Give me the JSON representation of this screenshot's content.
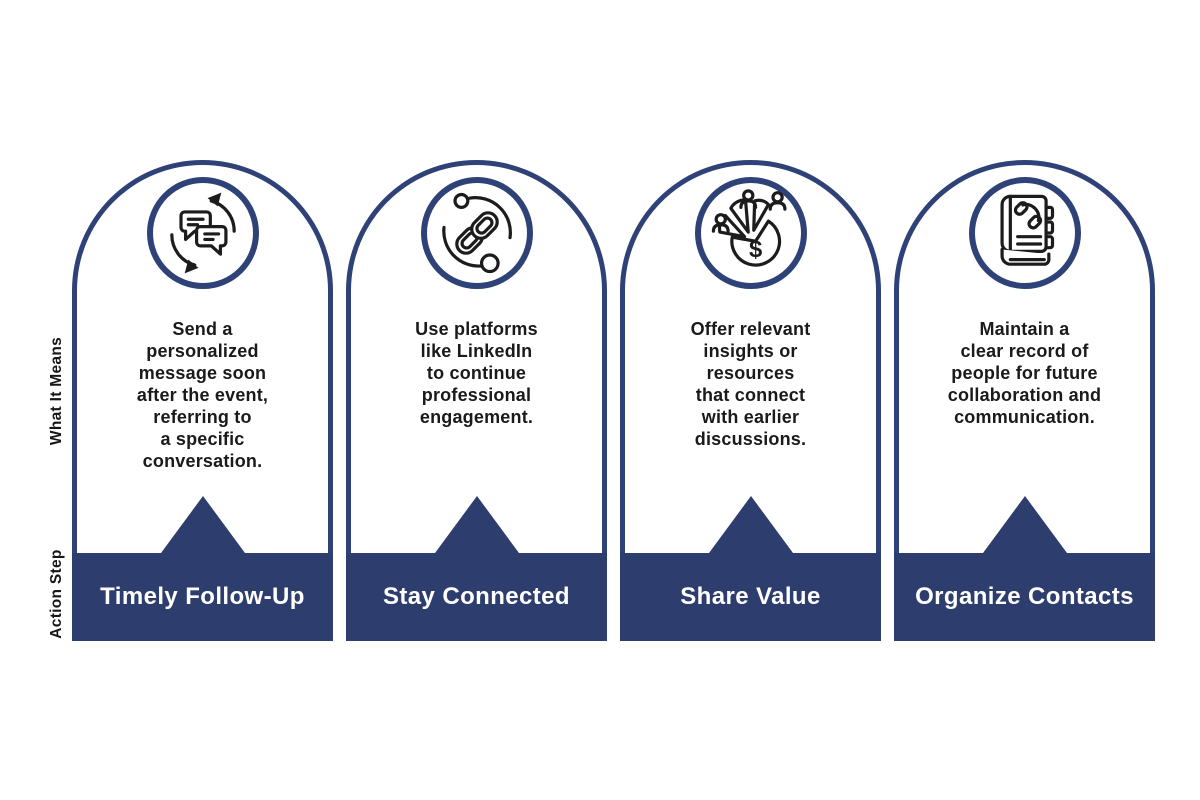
{
  "colors": {
    "background": "#ffffff",
    "outline_navy": "#2f4278",
    "banner_navy": "#2d3d6e",
    "body_text": "#1a1a1a",
    "banner_text": "#ffffff",
    "icon_line": "#1c1c1c"
  },
  "side_labels": {
    "what_it_means": "What It Means",
    "action_step": "Action Step"
  },
  "columns": [
    {
      "icon": "chat-refresh-icon",
      "what_it_means": "Send a\npersonalized\nmessage soon\nafter the event,\nreferring to\na specific\nconversation.",
      "action_step": "Timely Follow-Up"
    },
    {
      "icon": "chain-link-icon",
      "what_it_means": "Use platforms\nlike LinkedIn\nto continue\nprofessional\nengagement.",
      "action_step": "Stay Connected"
    },
    {
      "icon": "pie-chart-people-dollar-icon",
      "what_it_means": "Offer relevant\ninsights or\nresources\nthat connect\nwith earlier\ndiscussions.",
      "action_step": "Share Value"
    },
    {
      "icon": "phonebook-icon",
      "what_it_means": "Maintain a\nclear record of\npeople for future\ncollaboration and\ncommunication.",
      "action_step": "Organize Contacts"
    }
  ]
}
